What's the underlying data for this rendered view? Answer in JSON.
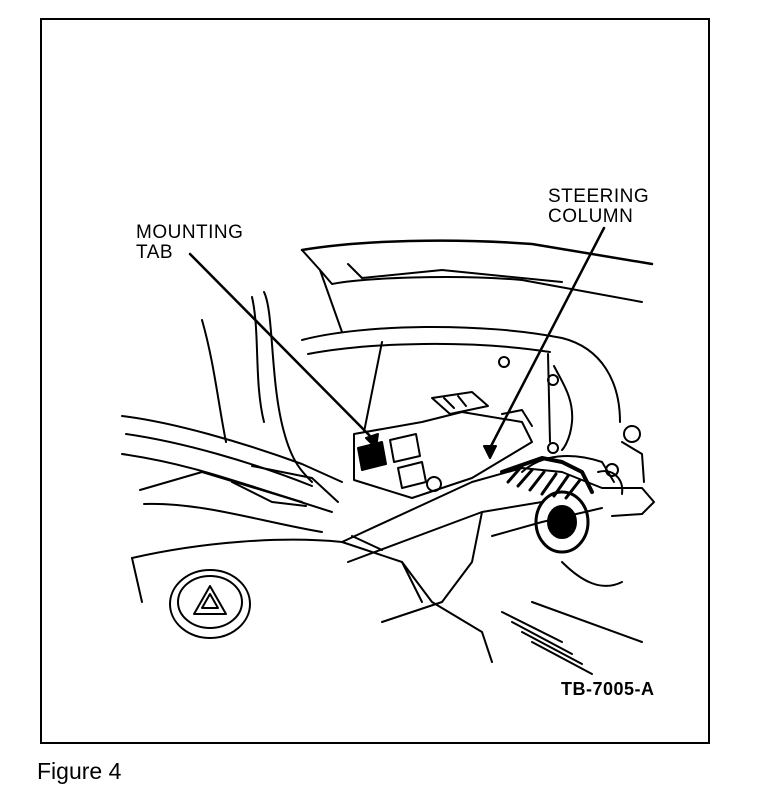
{
  "diagram": {
    "callouts": {
      "mounting_tab": "MOUNTING\nTAB",
      "steering_column": "STEERING\nCOLUMN"
    },
    "figure_id": "TB-7005-A",
    "caption": "Figure 4"
  },
  "colors": {
    "line": "#000000",
    "background": "#ffffff"
  },
  "icons": [
    "hazard-warning-icon"
  ]
}
